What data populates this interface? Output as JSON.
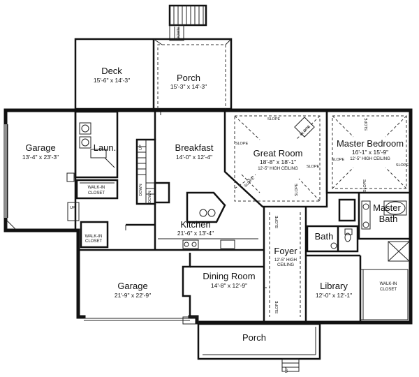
{
  "rooms": {
    "deck": {
      "name": "Deck",
      "dims": "15'-6\" x 14'-3\""
    },
    "porch_rear": {
      "name": "Porch",
      "dims": "15'-3\" x 14'-3\""
    },
    "garage_side": {
      "name": "Garage",
      "dims": "13'-4\" x 23'-3\""
    },
    "laundry": {
      "name": "Laun."
    },
    "breakfast": {
      "name": "Breakfast",
      "dims": "14'-0\" x 12'-4\""
    },
    "great_room": {
      "name": "Great Room",
      "dims": "18'-8\" x 18'-1\"",
      "note": "12'-5\" HIGH CEILING"
    },
    "master_bedroom": {
      "name": "Master Bedroom",
      "dims": "16'-1\" x 15'-9\"",
      "note": "12'-5\" HIGH CEILING"
    },
    "master_bath": {
      "name": "Master",
      "name2": "Bath"
    },
    "kitchen": {
      "name": "Kitchen",
      "dims": "21'-6\" x 13'-4\""
    },
    "bath": {
      "name": "Bath"
    },
    "foyer": {
      "name": "Foyer",
      "note": "12'-5\" HIGH",
      "note2": "CEILING"
    },
    "dining": {
      "name": "Dining Room",
      "dims": "14'-8\" x 12'-9\""
    },
    "library": {
      "name": "Library",
      "dims": "12'-0\" x 12'-1\""
    },
    "garage_main": {
      "name": "Garage",
      "dims": "21'-9\" x 22'-9\""
    },
    "porch_front": {
      "name": "Porch"
    }
  },
  "closets": {
    "walkin_1": {
      "line1": "WALK-IN",
      "line2": "CLOSET"
    },
    "walkin_2": {
      "line1": "WALK-IN",
      "line2": "CLOSET"
    },
    "walkin_3": {
      "line1": "WALK-IN",
      "line2": "CLOSET"
    }
  },
  "marks": {
    "down": "DOWN",
    "up": "UP",
    "slope": "SLOPE"
  }
}
